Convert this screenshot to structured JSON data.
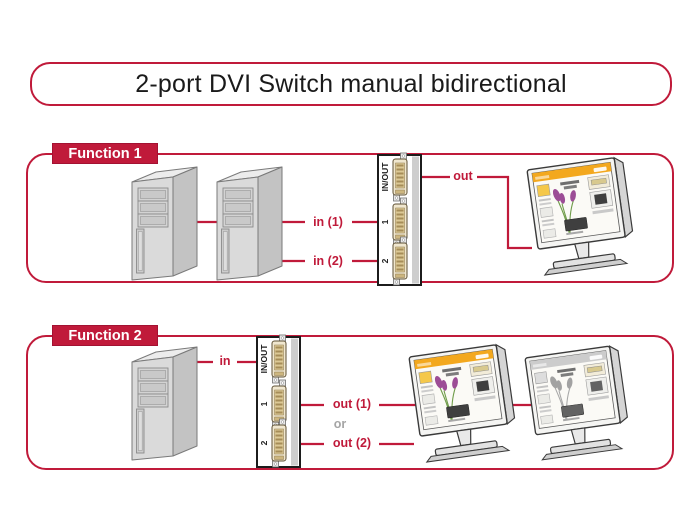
{
  "title": "2-port DVI Switch manual bidirectional",
  "colors": {
    "accent": "#c01a3a",
    "muted_or": "#a5a5a5"
  },
  "function1": {
    "label": "Function 1",
    "switch_ports": {
      "port_inout": "IN/OUT",
      "port_1": "1",
      "port_2": "2"
    },
    "cables": {
      "in1": "in (1)",
      "in2": "in (2)",
      "out": "out"
    }
  },
  "function2": {
    "label": "Function 2",
    "switch_ports": {
      "port_inout": "IN/OUT",
      "port_1": "1",
      "port_2": "2"
    },
    "cables": {
      "in": "in",
      "out1": "out (1)",
      "or": "or",
      "out2": "out (2)"
    }
  }
}
